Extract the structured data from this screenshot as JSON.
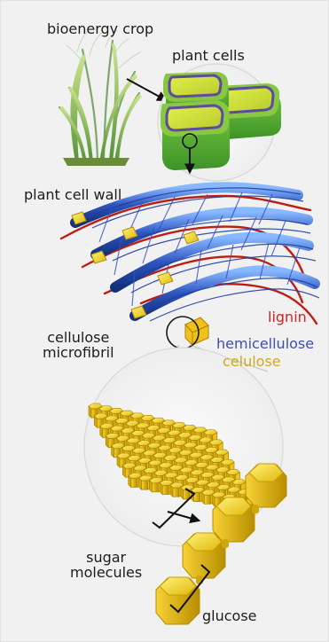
{
  "labels": {
    "bioenergy_crop": "bioenergy crop",
    "plant_cells": "plant cells",
    "plant_cell_wall": "plant cell wall",
    "lignin": "lignin",
    "cellulose_line1": "cellulose",
    "cellulose_line2": "microfibril",
    "hemicellulose": "hemicellulose",
    "celulose": "celulose",
    "sugar_line1": "sugar",
    "sugar_line2": "molecules",
    "glucose": "glucose"
  },
  "colors": {
    "background": "#f2f1f1",
    "text": "#1c1c1c",
    "lignin": "#d0241f",
    "hemicellulose": "#3f4fa8",
    "cellulose": "#cfaa1b",
    "plant_green": "#6cb632",
    "blue_fiber": "#2f4fb2"
  }
}
